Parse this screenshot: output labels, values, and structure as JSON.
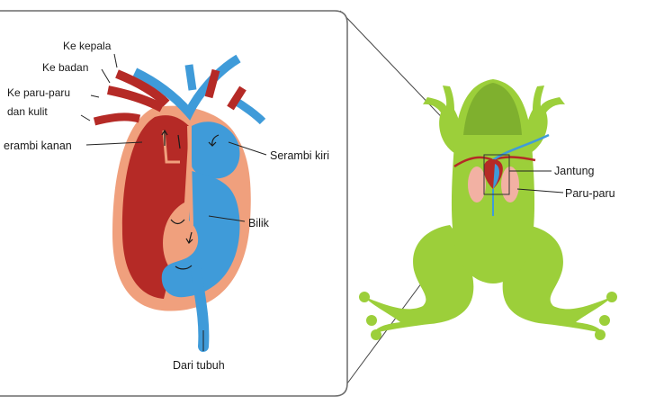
{
  "labels": {
    "ke_kepala": "Ke kepala",
    "ke_badan": "Ke badan",
    "ke_paru_paru_line1": "Ke paru-paru",
    "ke_paru_paru_line2": "dan kulit",
    "serambi_kanan": "erambi kanan",
    "serambi_kiri": "Serambi kiri",
    "bilik": "Bilik",
    "dari_tubuh": "Dari tubuh",
    "jantung": "Jantung",
    "paru_paru": "Paru-paru"
  },
  "colors": {
    "oxygen_poor_blood": "#3f9bd9",
    "oxygen_rich_blood": "#b52a26",
    "heart_wall": "#f0a07d",
    "frog_body": "#9ccf3a",
    "frog_shade": "#7fb02e",
    "lung": "#f2b1a3",
    "panel_border": "#6b6b6b"
  }
}
